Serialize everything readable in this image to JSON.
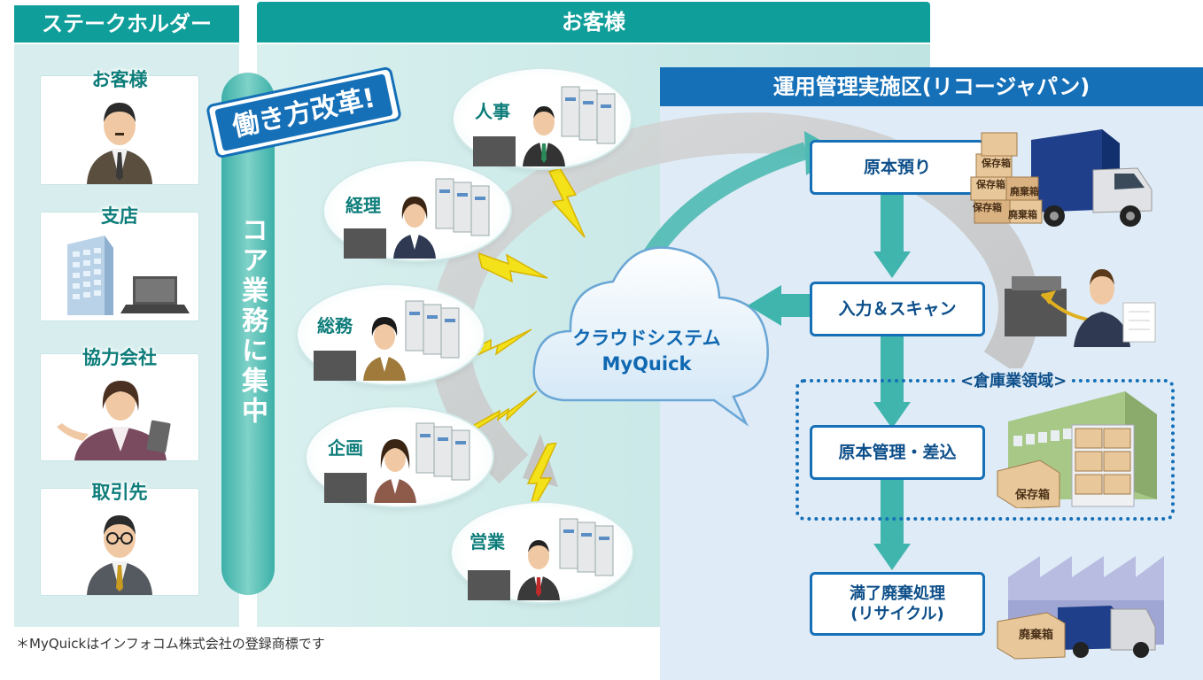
{
  "headers": {
    "stakeholders": "ステークホルダー",
    "customer_area": "お客様",
    "operations_area": "運用管理実施区(リコージャパン)"
  },
  "stakeholders": [
    {
      "label": "お客様",
      "icon": "businessman-icon"
    },
    {
      "label": "支店",
      "icon": "office-building-icon"
    },
    {
      "label": "協力会社",
      "icon": "businesswoman-icon"
    },
    {
      "label": "取引先",
      "icon": "businessman-glasses-icon"
    }
  ],
  "core_business": "コア業務に集中",
  "workstyle_badge": "働き方改革!",
  "departments": [
    {
      "label": "人事"
    },
    {
      "label": "経理"
    },
    {
      "label": "総務"
    },
    {
      "label": "企画"
    },
    {
      "label": "営業"
    }
  ],
  "cloud": {
    "line1": "クラウドシステム",
    "line2": "MyQuick"
  },
  "processes": [
    {
      "label": "原本預り"
    },
    {
      "label": "入力＆スキャン"
    },
    {
      "label": "原本管理・差込"
    },
    {
      "label": "満了廃棄処理\n(リサイクル)"
    }
  ],
  "warehouse_label": "<倉庫業領域>",
  "box_labels": {
    "storage": "保存箱",
    "disposal": "廃棄箱"
  },
  "footnote": "＊MyQuickはインフォコム株式会社の登録商標です",
  "colors": {
    "teal": "#0f9e9a",
    "blue": "#1570b8",
    "dept_text": "#0d7d7a"
  }
}
